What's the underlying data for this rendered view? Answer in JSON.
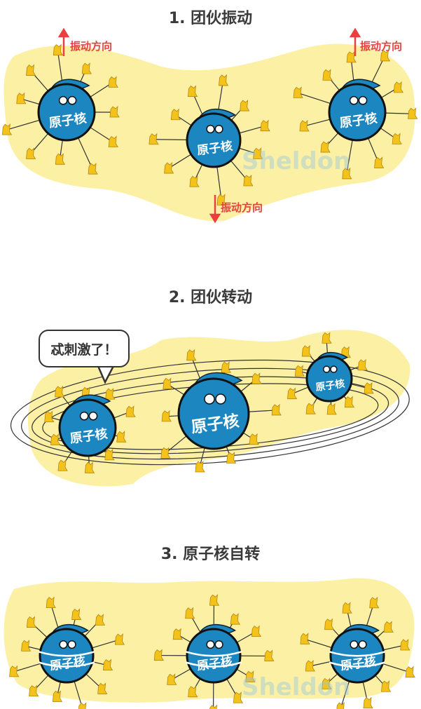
{
  "sections": [
    {
      "title": "1. 团伙振动",
      "direction_labels": [
        "振动方向",
        "振动方向",
        "振动方向"
      ]
    },
    {
      "title": "2. 团伙转动",
      "speech": "忒刺激了！"
    },
    {
      "title": "3. 原子核自转"
    }
  ],
  "nucleus_label": "原子核",
  "watermark": "Sheldon",
  "colors": {
    "blob": "#fbf0a4",
    "nucleus": "#1b86c0",
    "chick": "#f3c21b",
    "arrow": "#e8403f"
  }
}
